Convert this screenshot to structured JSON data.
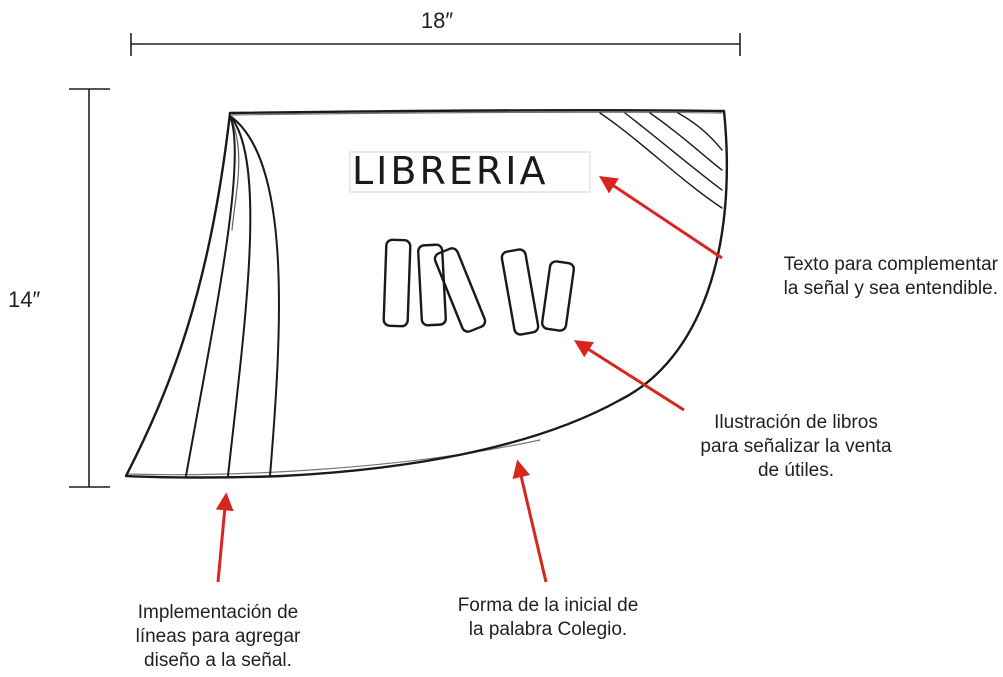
{
  "dimensions": {
    "width_label": "18″",
    "height_label": "14″"
  },
  "sign": {
    "title": "LIBRERIA"
  },
  "annotations": {
    "text_note": [
      "Texto para complementar",
      "la señal y sea entendible."
    ],
    "books_note": [
      "Ilustración de libros",
      "para señalizar la venta",
      "de útiles."
    ],
    "shape_note": [
      "Forma de la inicial de",
      "la palabra Colegio."
    ],
    "lines_note": [
      "Implementación de",
      "líneas para agregar",
      "diseño a la señal."
    ]
  },
  "colors": {
    "sketch": "#1a1a1a",
    "arrow": "#d7261e",
    "text": "#231f20"
  }
}
